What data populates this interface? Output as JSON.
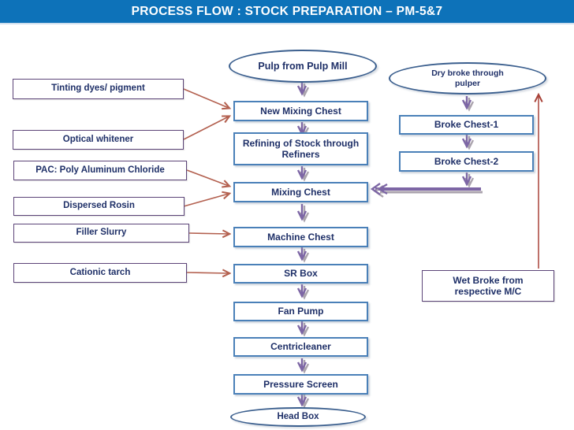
{
  "title": "PROCESS FLOW : STOCK PREPARATION – PM-5&7",
  "colors": {
    "header_bg": "#0d72b9",
    "flow_box_border": "#4a80b8",
    "ellipse_border": "#3b5f8e",
    "additive_box_border": "#5c4478",
    "text_navy": "#1f3068",
    "additive_arrow": "#b3604f",
    "wet_broke_return_line": "#a84238",
    "flow_arrow_purple": "#7d66a5",
    "flow_arrow_shadow": "#aba4ae"
  },
  "main_flow": [
    {
      "label": "Pulp from Pulp Mill",
      "shape": "ellipse"
    },
    {
      "label": "New Mixing Chest",
      "shape": "rect"
    },
    {
      "label": "Refining of Stock through Refiners",
      "shape": "rect"
    },
    {
      "label": "Mixing Chest",
      "shape": "rect"
    },
    {
      "label": "Machine Chest",
      "shape": "rect"
    },
    {
      "label": "SR Box",
      "shape": "rect"
    },
    {
      "label": "Fan Pump",
      "shape": "rect"
    },
    {
      "label": "Centricleaner",
      "shape": "rect"
    },
    {
      "label": "Pressure Screen",
      "shape": "rect"
    },
    {
      "label": "Head Box",
      "shape": "ellipse"
    }
  ],
  "additives": [
    {
      "label": "Tinting dyes/ pigment",
      "target": "New Mixing Chest"
    },
    {
      "label": "Optical whitener",
      "target": "New Mixing Chest"
    },
    {
      "label": "PAC: Poly Aluminum Chloride",
      "target": "Mixing Chest"
    },
    {
      "label": "Dispersed Rosin",
      "target": "Mixing Chest"
    },
    {
      "label": "Filler Slurry",
      "target": "Machine Chest"
    },
    {
      "label": "Cationic tarch",
      "target": "SR Box"
    }
  ],
  "broke_flow": [
    {
      "label": "Dry broke through pulper",
      "shape": "ellipse"
    },
    {
      "label": "Broke Chest-1",
      "shape": "rect"
    },
    {
      "label": "Broke Chest-2",
      "shape": "rect"
    }
  ],
  "wet_broke": {
    "label": "Wet Broke from respective M/C",
    "feeds": "Dry broke through pulper"
  }
}
